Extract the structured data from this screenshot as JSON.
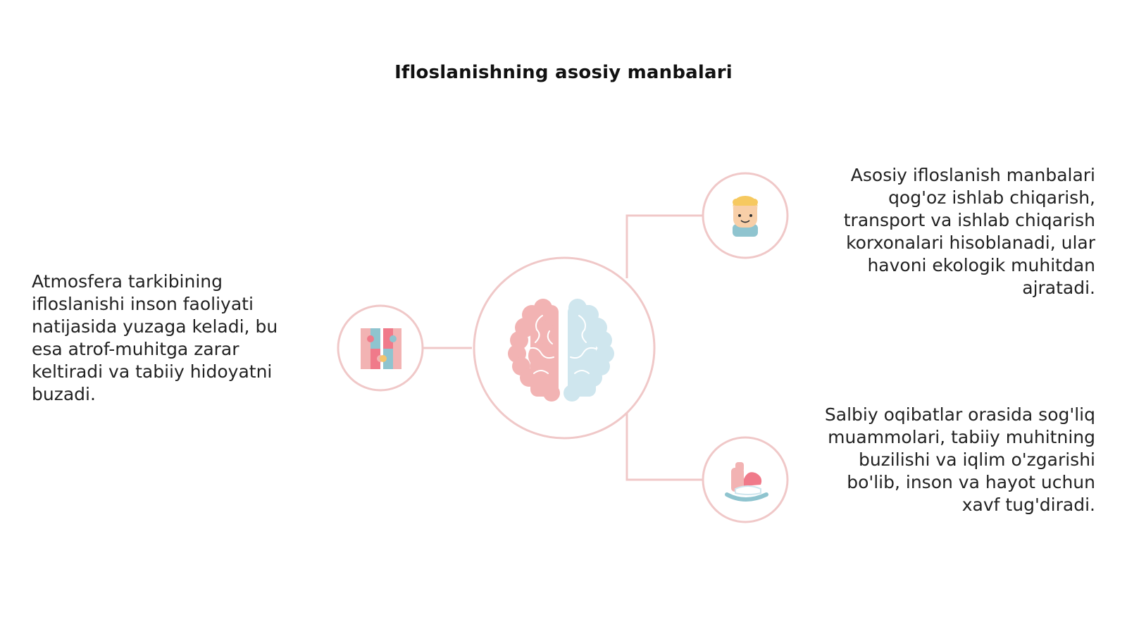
{
  "title": "Ifloslanishning asosiy manbalari",
  "blocks": {
    "left": "Atmosfera tarkibining ifloslanishi inson faoliyati natijasida yuzaga keladi, bu esa atrof-muhitga zarar keltiradi va tabiiy hidoyatni buzadi.",
    "right_top": "Asosiy ifloslanish manbalari qog'oz ishlab chiqarish, transport va ishlab chiqarish korxonalari hisoblanadi, ular havoni ekologik muhitdan ajratadi.",
    "right_bottom": "Salbiy oqibatlar orasida sog'liq muammolari, tabiiy muhitning buzilishi va iqlim o'zgarishi bo'lib, inson va hayot uchun xavf tug'diradi."
  },
  "icons": {
    "center": "brain-icon",
    "left": "puzzle-icon",
    "right_top": "person-icon",
    "right_bottom": "toy-horse-icon"
  },
  "colors": {
    "connector": "#f0c8c8",
    "pink": "#f2b3b3",
    "blue": "#cfe6ee"
  }
}
